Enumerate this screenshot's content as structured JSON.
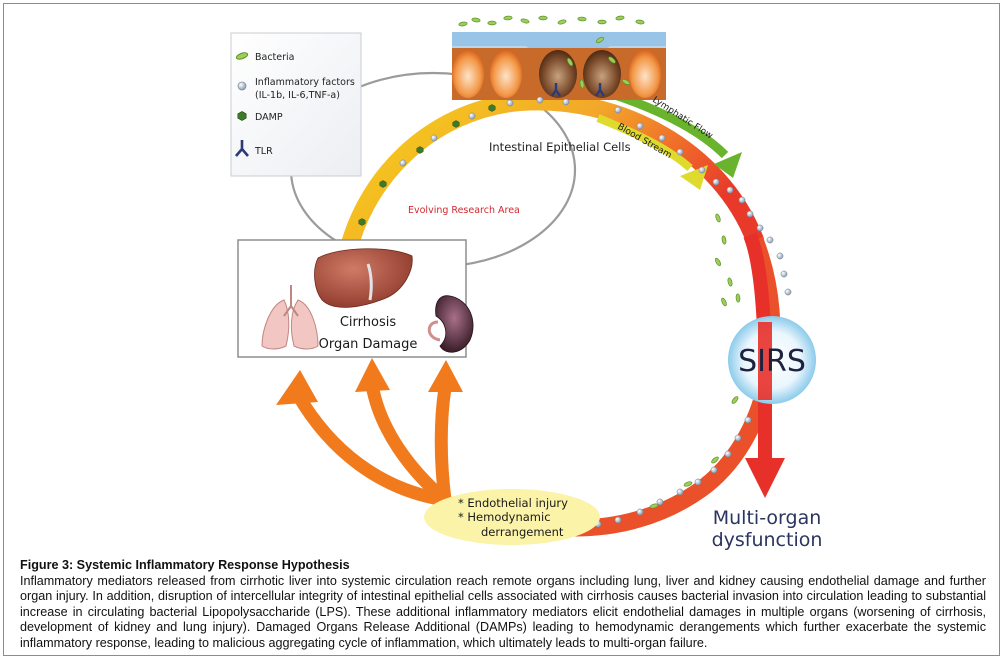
{
  "legend": {
    "items": [
      {
        "icon": "bacteria-icon",
        "label": "Bacteria"
      },
      {
        "icon": "inflammatory-factor-icon",
        "label": "Inflammatory factors",
        "sublabel": "(IL-1b, IL-6,TNF-a)"
      },
      {
        "icon": "damp-icon",
        "label": "DAMP"
      },
      {
        "icon": "tlr-icon",
        "label": "TLR"
      }
    ]
  },
  "labels": {
    "intestinal_cells": "Intestinal Epithelial Cells",
    "evolving_research": "Evolving Research Area",
    "lymphatic_flow": "Lymphatic Flow",
    "blood_stream": "Blood Stream",
    "sirs": "SIRS",
    "cirrhosis": "Cirrhosis",
    "organ_damage": "Organ Damage",
    "endothelial_injury": "* Endothelial injury",
    "hemodynamic": "* Hemodynamic",
    "derrangement": "derrangement",
    "multi_organ_1": "Multi-organ",
    "multi_organ_2": "dysfunction"
  },
  "caption": {
    "title": "Figure 3: Systemic Inflammatory Response Hypothesis",
    "body": "Inflammatory mediators released from cirrhotic liver into systemic circulation reach remote organs including lung, liver and kidney causing endothelial damage and further organ injury. In addition, disruption of intercellular integrity of intestinal epithelial cells associated with cirrhosis causes bacterial invasion into circulation leading to substantial increase in circulating bacterial Lipopolysaccharide (LPS). These additional inflammatory mediators elicit endothelial damages in multiple organs (worsening of cirrhosis, development of kidney and lung injury).  Damaged Organs Release Additional (DAMPs) leading to hemodynamic derangements which further exacerbate the systemic inflammatory response, leading to malicious aggregating cycle of inflammation, which ultimately leads to multi-organ failure."
  },
  "colors": {
    "orange_arrow": "#f07a1c",
    "lymphatic_green": "#6ab42d",
    "blood_yellow": "#d9d528",
    "red_arrow": "#e8302a",
    "sirs_blue": "#9fd3ef",
    "text_red": "#d2282e",
    "title_navy": "#2b3560"
  }
}
